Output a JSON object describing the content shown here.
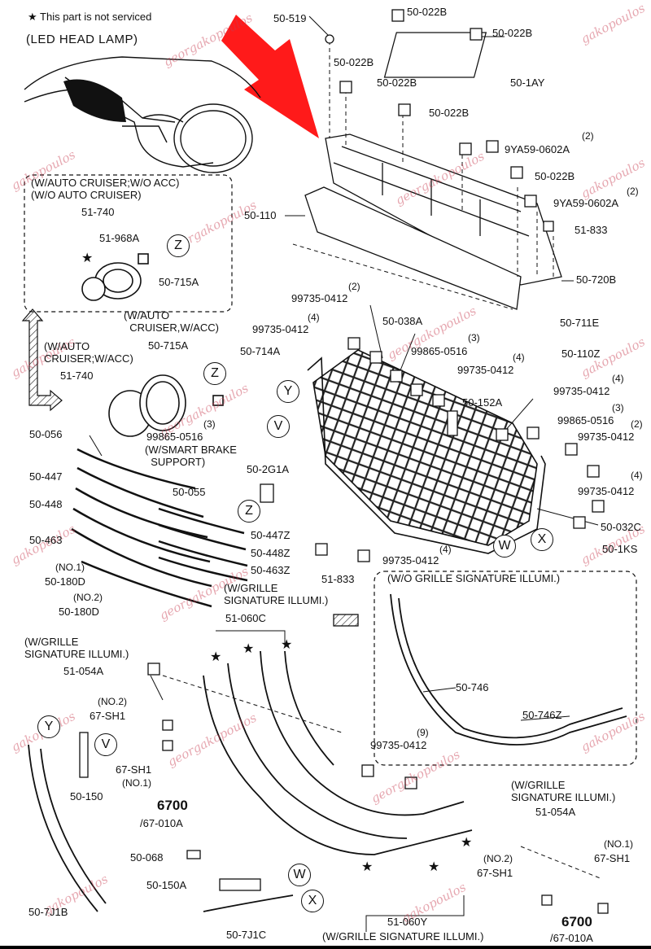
{
  "header": {
    "note": "★ This part is not serviced",
    "variant": "(LED HEAD LAMP)"
  },
  "circles": [
    "Z",
    "Z",
    "Y",
    "V",
    "Z",
    "W",
    "X",
    "Y",
    "V",
    "W",
    "X"
  ],
  "parts": {
    "p50519": "50-519",
    "p50022B_1": "50-022B",
    "p50022B_2": "50-022B",
    "p50022B_3": "50-022B",
    "p50022B_4": "50-022B",
    "p50022B_5": "50-022B",
    "p50022B_6": "50-022B",
    "p501AY": "50-1AY",
    "p9YA59_1": "9YA59-0602A",
    "p9YA59_2": "9YA59-0602A",
    "qty2_a": "(2)",
    "qty2_b": "(2)",
    "p50110": "50-110",
    "p51833_1": "51-833",
    "p50720B": "50-720B",
    "p99735_a": "99735-0412",
    "qty2_c": "(2)",
    "p99735_b": "99735-0412",
    "qty4_a": "(4)",
    "p50038A": "50-038A",
    "p50711E": "50-711E",
    "p50714A": "50-714A",
    "p99865_a": "99865-0516",
    "qty3_a": "(3)",
    "p50110Z": "50-110Z",
    "qty4_b": "(4)",
    "p99735_c": "99735-0412",
    "p50152A": "50-152A",
    "qty4_c": "(4)",
    "p99735_d": "99735-0412",
    "qty3_b": "(3)",
    "p99865_b": "99865-0516",
    "qty2_d": "(2)",
    "p99735_e": "99735-0412",
    "qty4_d": "(4)",
    "p99735_f": "99735-0412",
    "p50032C": "50-032C",
    "p501KS": "50-1KS",
    "p502G1A": "50-2G1A",
    "p50447Z": "50-447Z",
    "p50448Z": "50-448Z",
    "p50463Z": "50-463Z",
    "p50055": "50-055",
    "p50056": "50-056",
    "p50447": "50-447",
    "p50448": "50-448",
    "p50463": "50-463",
    "no1_a": "(NO.1)",
    "p50180D_1": "50-180D",
    "no2_a": "(NO.2)",
    "p50180D_2": "50-180D",
    "qty4_e": "(4)",
    "p99735_g": "99735-0412",
    "p51833_2": "51-833",
    "p51740_1": "51-740",
    "p51968A": "51-968A",
    "p50715A_1": "50-715A",
    "p50715A_2": "50-715A",
    "p51740_2": "51-740",
    "qty3_c": "(3)",
    "p99865_c": "99865-0516",
    "p51060C": "51-060C",
    "p51054A_1": "51-054A",
    "no2_b": "(NO.2)",
    "p67SH1_1": "67-SH1",
    "p67SH1_2": "67-SH1",
    "no1_b": "(NO.1)",
    "p50150": "50-150",
    "p6700_1": "6700",
    "p67010A_1": "/67-010A",
    "p50068": "50-068",
    "p50150A": "50-150A",
    "p507J1B": "50-7J1B",
    "p507J1C": "50-7J1C",
    "p50746": "50-746",
    "p50746Z": "50-746Z",
    "qty9": "(9)",
    "p99735_h": "99735-0412",
    "p51054A_2": "51-054A",
    "no1_c": "(NO.1)",
    "p67SH1_3": "67-SH1",
    "no2_c": "(NO.2)",
    "p67SH1_4": "67-SH1",
    "p51060Y": "51-060Y",
    "p6700_2": "6700",
    "p67010A_2": "/67-010A"
  },
  "notes": {
    "autoCruiserBox": "(W/AUTO CRUISER;W/O ACC)\n(W/O AUTO CRUISER)",
    "autoCruiserAcc1": "(W/AUTO\n  CRUISER,W/ACC)",
    "autoCruiserAcc2": "(W/AUTO\nCRUISER;W/ACC)",
    "smartBrake": "(W/SMART BRAKE\n  SUPPORT)",
    "grilleIllumi1": "(W/GRILLE\nSIGNATURE ILLUMI.)",
    "grilleIllumi2": "(W/GRILLE\nSIGNATURE ILLUMI.)",
    "grilleIllumi3": "(W/GRILLE\nSIGNATURE ILLUMI.)",
    "woGrilleIllumi": "(W/O GRILLE SIGNATURE ILLUMI.)",
    "grilleIllumiBottom": "(W/GRILLE SIGNATURE ILLUMI.)"
  },
  "watermark": {
    "text": "georgakopoulos",
    "alt": "gakopoulos",
    "color": "#c83c50"
  },
  "colors": {
    "line": "#111111",
    "arrow": "#ff1a1a",
    "watermark": "#c83c50"
  }
}
